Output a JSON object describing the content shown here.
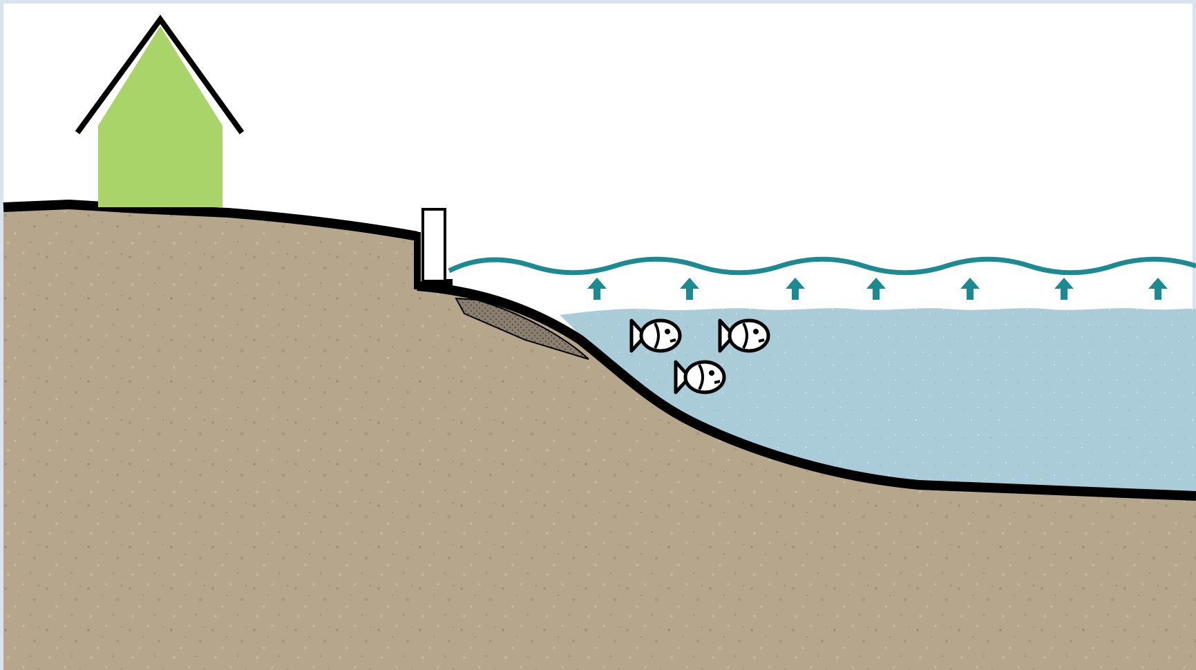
{
  "scene": {
    "elements": [
      "house",
      "ground",
      "seawall",
      "riprap",
      "water",
      "fish",
      "rising-arrows"
    ]
  },
  "colors": {
    "background": "#ffffff",
    "frame": "#d9e3ef",
    "soil": "#b6a68c",
    "soil_speckle_dark": "#8f7f64",
    "soil_speckle_light": "#d3c6ae",
    "ground_outline": "#000000",
    "house_fill": "#a9d46a",
    "house_stroke": "#000000",
    "water_fill": "#a9ccd8",
    "water_speckle": "#c8e0e8",
    "future_water_line": "#1b8a93",
    "arrow": "#1b8a93",
    "riprap": "#6e6354",
    "seawall_fill": "#ffffff"
  },
  "icons": {
    "house": "house-icon",
    "fish": "fish-icon",
    "arrow": "arrow-up-icon"
  },
  "counts": {
    "fish": 3,
    "rising_arrows": 7
  }
}
